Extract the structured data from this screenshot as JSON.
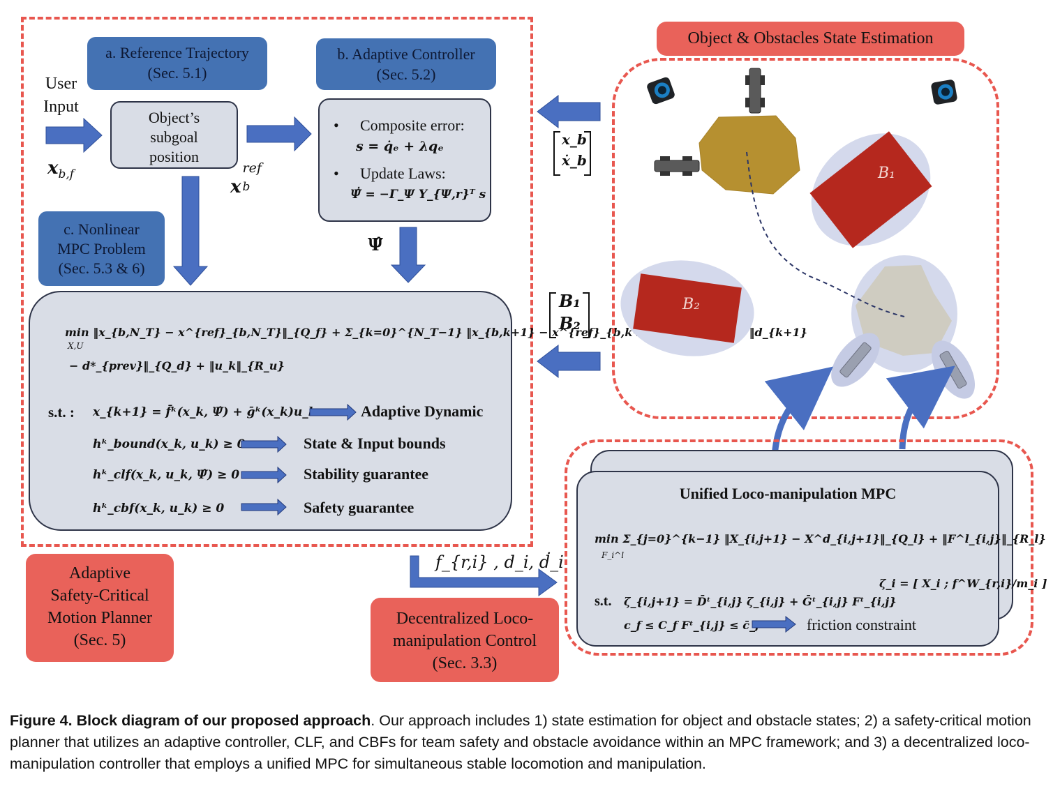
{
  "planner": {
    "box_a": {
      "title": "a. Reference Trajectory",
      "sec": "(Sec. 5.1)"
    },
    "box_b": {
      "title": "b. Adaptive Controller",
      "sec": "(Sec. 5.2)"
    },
    "box_c": {
      "line1": "c. Nonlinear",
      "line2": "MPC Problem",
      "line3": "(Sec. 5.3 & 6)"
    },
    "user_input": {
      "line1": "User",
      "line2": "Input"
    },
    "x_bf": "x",
    "x_bf_sub": "b,f",
    "subgoal": {
      "line1": "Object’s",
      "line2": "subgoal",
      "line3": "position"
    },
    "x_ref": "x",
    "x_ref_sup": "ref",
    "x_ref_sub": "b",
    "controller": {
      "bullet1": "Composite error:",
      "eq1": "s = q̇ₑ + λqₑ",
      "bullet2": "Update Laws:",
      "eq2": "Ψ̂̇ = −Γ_Ψ Y_{Ψ,r}ᵀ s"
    },
    "psi_hat": "Ψ̂",
    "mpc": {
      "line1": "min ‖x_{b,N_T} − x^{ref}_{b,N_T}‖_{Q_f} + Σ_{k=0}^{N_T−1} ‖x_{b,k+1} − x^{ref}_{b,k+1}‖_{Q_{x_b}} + ‖d_{k+1}",
      "line1_sub": "X,U",
      "line2": "− d*_{prev}‖_{Q_d} + ‖u_k‖_{R_u}",
      "st": "s.t. :",
      "c1": "x_{k+1} = f̄ᵏ(x_k, Ψ̂) + ḡᵏ(x_k)u_k",
      "c1_label": "Adaptive Dynamic",
      "c2": "hᵏ_bound(x_k, u_k) ≥ 0",
      "c2_label": "State & Input bounds",
      "c3": "hᵏ_clf(x_k, u_k, Ψ̂) ≥ 0",
      "c3_label": "Stability guarantee",
      "c4": "hᵏ_cbf(x_k, u_k) ≥ 0",
      "c4_label": "Safety guarantee"
    },
    "title": {
      "line1": "Adaptive",
      "line2": "Safety-Critical",
      "line3": "Motion Planner",
      "line4": "(Sec. 5)"
    }
  },
  "estimation": {
    "title": "Object & Obstacles State Estimation",
    "xb_vec": [
      "x_b",
      "ẋ_b"
    ],
    "b_vec": [
      "B₁",
      "B₂"
    ],
    "b1": "B₁",
    "b2": "B₂"
  },
  "control": {
    "signals": "f_{r,i} , d_i, ḋ_i",
    "title": {
      "line1": "Decentralized Loco-",
      "line2": "manipulation Control",
      "line3": "(Sec. 3.3)"
    },
    "mpc_title": "Unified Loco-manipulation MPC",
    "obj": "min Σ_{j=0}^{k−1} ‖X_{i,j+1} − X^d_{i,j+1}‖_{Q_l} + ‖F^l_{i,j}‖_{R_l}",
    "obj_sub": "F_i^l",
    "zeta": "ζ_i = [ X_i ; f^W_{r,i}/m_i ]",
    "st": "s.t.",
    "c1": "ζ_{i,j+1} = D̄ᵗ_{i,j} ζ_{i,j} + Ḡᵗ_{i,j} Fᵗ_{i,j}",
    "c2": "c_f ≤ C_f Fᵗ_{i,j} ≤ c̄_f",
    "c2_label": "friction constraint"
  },
  "caption": {
    "label": "Figure 4.  Block diagram of our proposed approach",
    "text": ". Our approach includes 1) state estimation for object and obstacle states; 2) a safety-critical motion planner that utilizes an adaptive controller, CLF, and CBFs for team safety and obstacle avoidance within an MPC framework; and 3) a decentralized loco-manipulation controller that employs a unified MPC for simultaneous stable locomotion and manipulation."
  },
  "colors": {
    "dash_red": "#e8574f",
    "label_blue": "#4472b3",
    "label_red": "#e9625a",
    "box_grey": "#d9dde6",
    "arrow_blue": "#4a6fc1",
    "obstacle_red": "#b5281e",
    "object_gold": "#b69030"
  }
}
